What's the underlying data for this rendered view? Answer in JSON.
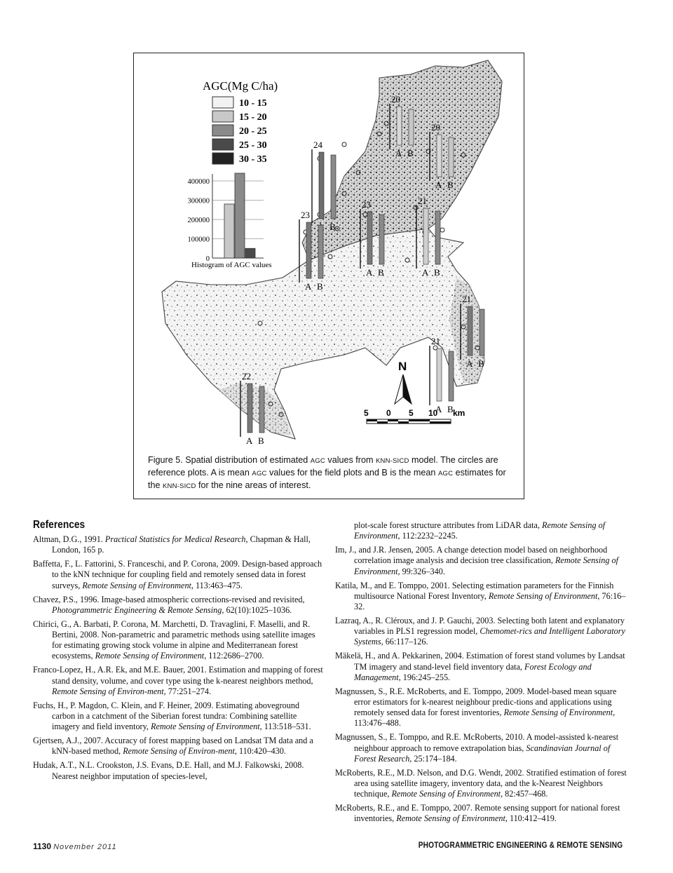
{
  "figure": {
    "legend_title": "AGC(Mg C/ha)",
    "legend_items": [
      {
        "label": "10 - 15",
        "color": "#f2f2f2"
      },
      {
        "label": "15 - 20",
        "color": "#c8c8c8"
      },
      {
        "label": "20 - 25",
        "color": "#8a8a8a"
      },
      {
        "label": "25 - 30",
        "color": "#4a4a4a"
      },
      {
        "label": "30 - 35",
        "color": "#222222"
      }
    ],
    "histogram": {
      "title": "Histogram of AGC values",
      "ticks": [
        "400000",
        "300000",
        "200000",
        "100000",
        "0"
      ],
      "chart_data": {
        "type": "bar",
        "categories": [
          "10 - 15",
          "15 - 20",
          "20 - 25",
          "25 - 30",
          "30 - 35"
        ],
        "values": [
          0,
          280000,
          440000,
          50000,
          0
        ],
        "ylim": [
          0,
          440000
        ]
      }
    },
    "areas": [
      {
        "label": "24",
        "a": "A",
        "b": "B"
      },
      {
        "label": "23",
        "a": "A",
        "b": "B"
      },
      {
        "label": "23",
        "a": "A",
        "b": "B"
      },
      {
        "label": "20",
        "a": "A",
        "b": "B"
      },
      {
        "label": "20",
        "a": "A",
        "b": "B"
      },
      {
        "label": "21",
        "a": "A",
        "b": "B"
      },
      {
        "label": "21",
        "a": "A",
        "b": "B"
      },
      {
        "label": "21",
        "a": "A",
        "b": "B"
      },
      {
        "label": "22",
        "a": "A",
        "b": "B"
      }
    ],
    "north": "N",
    "scale": {
      "labels": [
        "5",
        "0",
        "5",
        "10"
      ],
      "unit": "km"
    },
    "caption": {
      "p1": "Figure 5. Spatial distribution of estimated ",
      "sc1": "AGC",
      "p2": " values from ",
      "sc2": "KNN-SICD",
      "p3": " model. The circles are reference plots. A is mean ",
      "sc3": "AGC",
      "p4": " values for the field plots and B is the mean ",
      "sc4": "AGC",
      "p5": " estimates for the ",
      "sc5": "KNN-SICD",
      "p6": " for the nine areas of interest."
    }
  },
  "references": {
    "heading": "References",
    "left": [
      {
        "pre": "Altman, D.G., 1991. ",
        "ital": "Practical Statistics for Medical Research,",
        "post": " Chapman & Hall, London, 165 p."
      },
      {
        "pre": "Baffetta, F., L. Fattorini, S. Franceschi, and P. Corona, 2009. Design-based approach to the kNN technique for coupling field and remotely sensed data in forest surveys, ",
        "ital": "Remote Sensing of Environment,",
        "post": " 113:463–475."
      },
      {
        "pre": "Chavez, P.S., 1996. Image-based atmospheric corrections-revised and revisited, ",
        "ital": "Photogrammetric Engineering & Remote Sensing,",
        "post": " 62(10):1025–1036."
      },
      {
        "pre": "Chirici, G., A. Barbati, P. Corona, M. Marchetti, D. Travaglini, F. Maselli, and R. Bertini, 2008. Non-parametric and parametric methods using satellite images for estimating growing stock volume in alpine and Mediterranean forest ecosystems, ",
        "ital": "Remote Sensing of Environment,",
        "post": " 112:2686–2700."
      },
      {
        "pre": "Franco-Lopez, H., A.R. Ek, and M.E. Bauer, 2001. Estimation and mapping of forest stand density, volume, and cover type using the k-nearest neighbors method, ",
        "ital": "Remote Sensing of Environ-ment,",
        "post": " 77:251–274."
      },
      {
        "pre": "Fuchs, H., P. Magdon, C. Klein, and F. Heiner, 2009. Estimating aboveground carbon in a catchment of the Siberian forest tundra: Combining satellite imagery and field inventory, ",
        "ital": "Remote Sensing of Environment,",
        "post": " 113:518–531."
      },
      {
        "pre": "Gjertsen, A.J., 2007. Accuracy of forest mapping based on Landsat TM data and a kNN-based method, ",
        "ital": "Remote Sensing of Environ-ment,",
        "post": " 110:420–430."
      },
      {
        "pre": "Hudak, A.T., N.L. Crookston, J.S. Evans, D.E. Hall, and M.J. Falkowski, 2008. Nearest neighbor imputation of species-level,",
        "ital": "",
        "post": ""
      }
    ],
    "right": [
      {
        "pre": "plot-scale forest structure attributes from LiDAR data, ",
        "ital": "Remote Sensing of Environment,",
        "post": " 112:2232–2245."
      },
      {
        "pre": "Im, J., and J.R. Jensen, 2005. A change detection model based on neighborhood correlation image analysis and decision tree classification, ",
        "ital": "Remote Sensing of Environment,",
        "post": " 99:326–340."
      },
      {
        "pre": "Katila, M., and E. Tomppo, 2001. Selecting estimation parameters for the Finnish multisource National Forest Inventory, ",
        "ital": "Remote Sensing of Environment,",
        "post": " 76:16–32."
      },
      {
        "pre": "Lazraq, A., R. Cléroux, and J. P. Gauchi, 2003. Selecting both latent and explanatory variables in PLS1 regression model, ",
        "ital": "Chemomet-rics and Intelligent Laboratory Systems,",
        "post": " 66:117–126."
      },
      {
        "pre": "Mäkelä, H., and A. Pekkarinen, 2004. Estimation of forest stand volumes by Landsat TM imagery and stand-level field inventory data, ",
        "ital": "Forest Ecology and Management,",
        "post": " 196:245–255."
      },
      {
        "pre": "Magnussen, S., R.E. McRoberts, and E. Tomppo, 2009. Model-based mean square error estimators for k-nearest neighbour predic-tions and applications using remotely sensed data for forest inventories, ",
        "ital": "Remote Sensing of Environment,",
        "post": " 113:476–488."
      },
      {
        "pre": "Magnussen, S., E. Tomppo, and R.E. McRoberts, 2010. A model-assisted k-nearest neighbour approach to remove extrapolation bias, ",
        "ital": "Scandinavian Journal of Forest Research,",
        "post": " 25:174–184."
      },
      {
        "pre": "McRoberts, R.E., M.D. Nelson, and D.G. Wendt, 2002. Stratified estimation of forest area using satellite imagery, inventory data, and the k-Nearest Neighbors technique, ",
        "ital": "Remote Sensing of Environment,",
        "post": " 82:457–468."
      },
      {
        "pre": "McRoberts, R.E., and E. Tomppo, 2007. Remote sensing support for national forest inventories, ",
        "ital": "Remote Sensing of Environment,",
        "post": " 110:412–419."
      }
    ]
  },
  "footer": {
    "page": "1130",
    "date": "November 2011",
    "journal": "PHOTOGRAMMETRIC ENGINEERING & REMOTE SENSING"
  }
}
